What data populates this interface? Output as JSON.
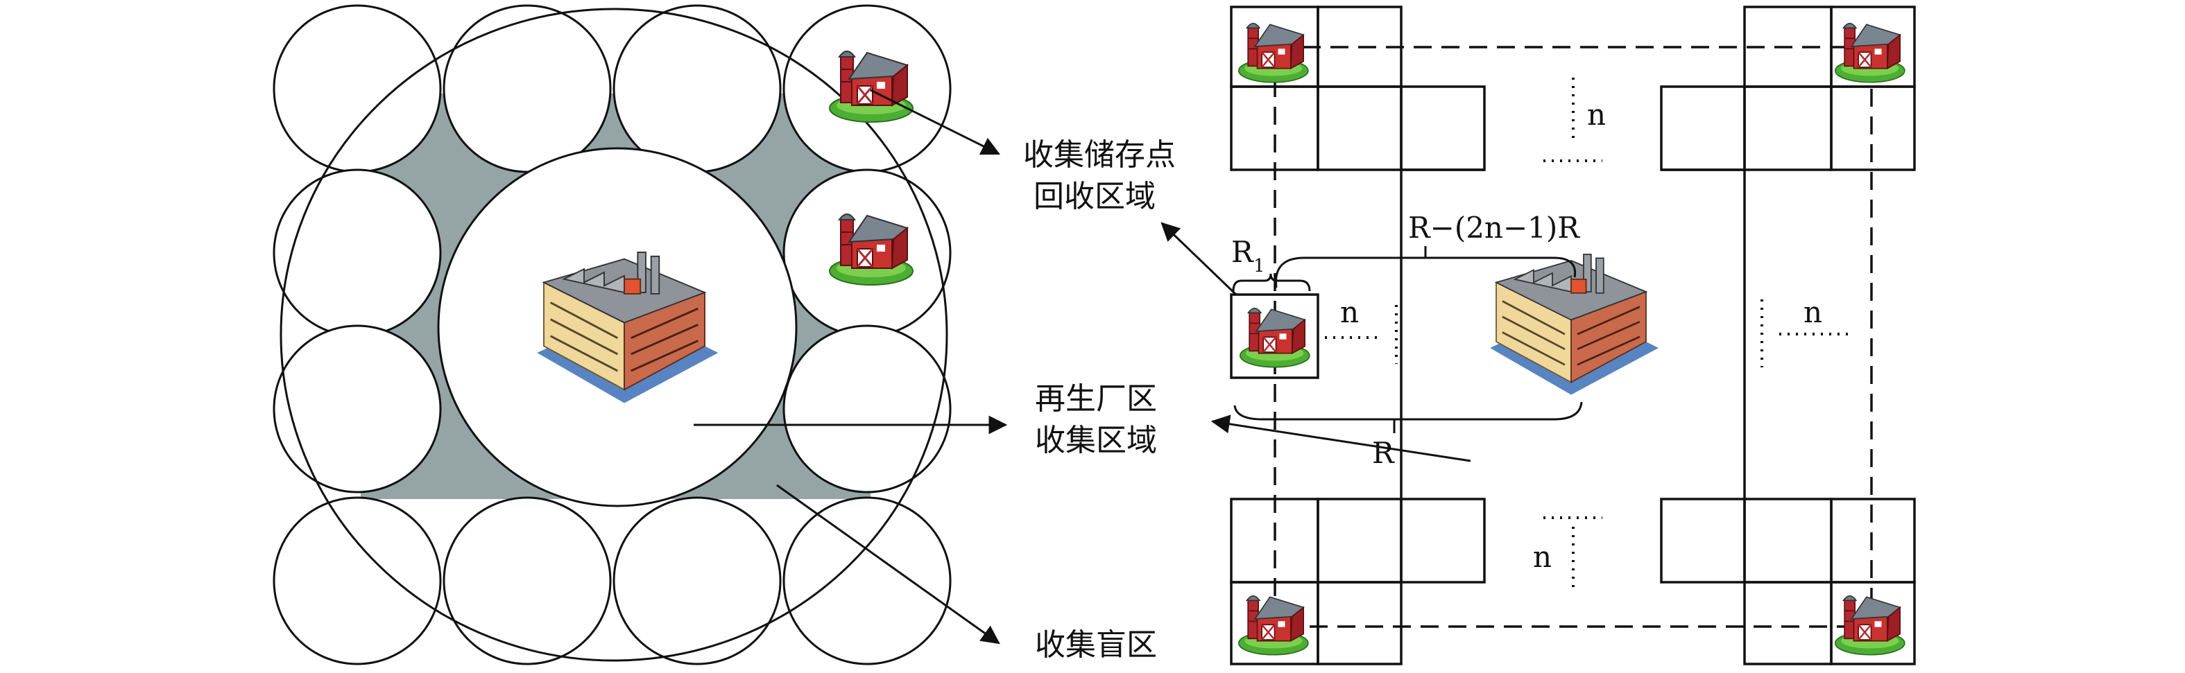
{
  "left_diagram": {
    "label_storage": [
      "收集储存点",
      "回收区域"
    ],
    "label_plant": [
      "再生厂区",
      "收集区域"
    ],
    "label_blind": "收集盲区"
  },
  "right_diagram": {
    "label_n": "n",
    "label_r1_main": "R",
    "label_r1_sub": "1",
    "label_span": "R−(2n−1)R",
    "label_r": "R"
  },
  "colors": {
    "blind_zone_fill": "#95a5a6",
    "line": "#111111",
    "barn_red": "#b3282d",
    "grass": "#4caf34"
  },
  "icons": [
    "barn-icon",
    "factory-icon"
  ]
}
